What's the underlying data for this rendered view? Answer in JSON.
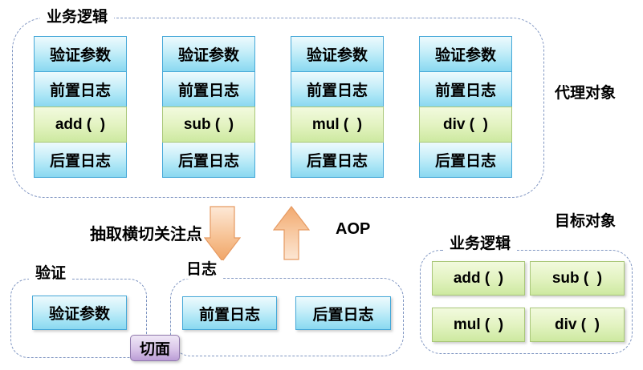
{
  "colors": {
    "blue_box_top": "#edfafd",
    "blue_box_bottom": "#8ad8f0",
    "blue_box_border": "#45a8d8",
    "green_box_top": "#f2fade",
    "green_box_bottom": "#cde9a0",
    "green_box_border": "#a9c779",
    "purple_box_top": "#efe7f6",
    "purple_box_bottom": "#bb9dd6",
    "purple_box_border": "#8f77ab",
    "arrow_light": "#fde4cd",
    "arrow_dark": "#f0a466",
    "dashed_border": "#8096c2"
  },
  "proxy": {
    "label": "业务逻辑",
    "side_label": "代理对象",
    "columns": [
      {
        "rows": [
          "验证参数",
          "前置日志",
          "add (  )",
          "后置日志"
        ]
      },
      {
        "rows": [
          "验证参数",
          "前置日志",
          "sub (  )",
          "后置日志"
        ]
      },
      {
        "rows": [
          "验证参数",
          "前置日志",
          "mul (  )",
          "后置日志"
        ]
      },
      {
        "rows": [
          "验证参数",
          "前置日志",
          "div (  )",
          "后置日志"
        ]
      }
    ]
  },
  "middle": {
    "extract_label": "抽取横切关注点",
    "aop_label": "AOP"
  },
  "validation": {
    "label": "验证",
    "box": "验证参数"
  },
  "log": {
    "label": "日志",
    "boxes": [
      "前置日志",
      "后置日志"
    ]
  },
  "aspect": {
    "label": "切面"
  },
  "target": {
    "side_label": "目标对象",
    "label": "业务逻辑",
    "methods": [
      "add (  )",
      "sub (  )",
      "mul (  )",
      "div (  )"
    ]
  }
}
